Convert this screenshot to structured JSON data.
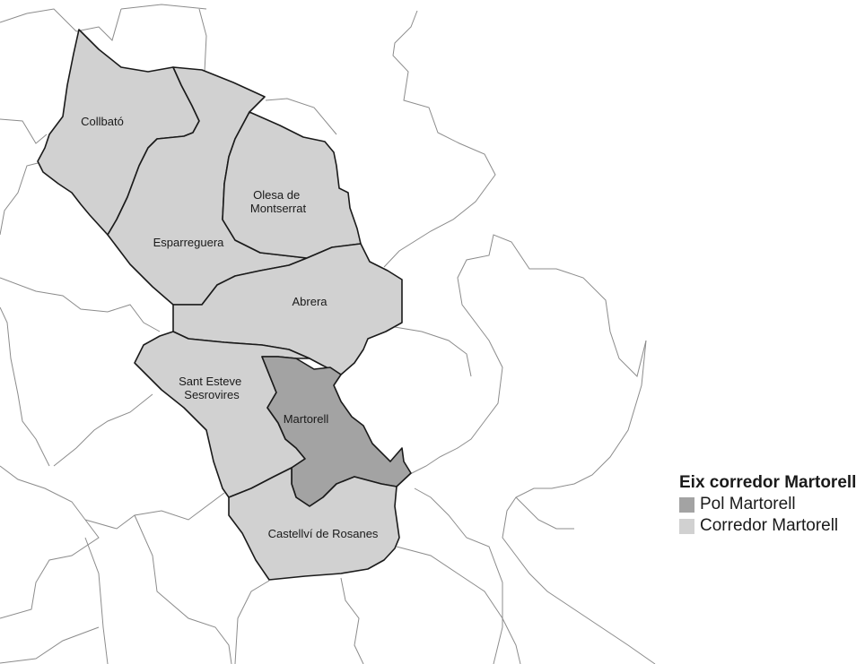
{
  "map": {
    "municipalities": [
      {
        "id": "collbato",
        "label_lines": [
          "Collbató"
        ],
        "group": "corredor"
      },
      {
        "id": "esparreguera",
        "label_lines": [
          "Esparreguera"
        ],
        "group": "corredor"
      },
      {
        "id": "olesa",
        "label_lines": [
          "Olesa de",
          "Montserrat"
        ],
        "group": "corredor"
      },
      {
        "id": "abrera",
        "label_lines": [
          "Abrera"
        ],
        "group": "corredor"
      },
      {
        "id": "sant-esteve",
        "label_lines": [
          "Sant Esteve",
          "Sesrovires"
        ],
        "group": "corredor"
      },
      {
        "id": "martorell",
        "label_lines": [
          "Martorell"
        ],
        "group": "pol"
      },
      {
        "id": "castellvi",
        "label_lines": [
          "Castellví de Rosanes"
        ],
        "group": "corredor"
      }
    ]
  },
  "legend": {
    "title": "Eix corredor Martorell",
    "items": [
      {
        "label": "Pol Martorell",
        "color": "#a3a3a3"
      },
      {
        "label": "Corredor Martorell",
        "color": "#d1d1d1"
      }
    ]
  },
  "colors": {
    "pol": "#a3a3a3",
    "corredor": "#d1d1d1",
    "border": "#1a1a1a",
    "background_lines": "#8c8c8c"
  }
}
